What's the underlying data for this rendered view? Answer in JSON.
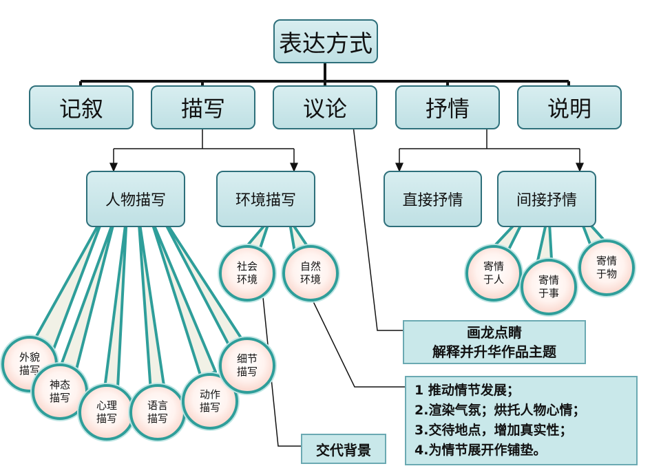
{
  "root": "表达方式",
  "categories": [
    "记叙",
    "描写",
    "议论",
    "抒情",
    "说明"
  ],
  "description": {
    "person": "人物描写",
    "environment": "环境描写",
    "person_items": [
      [
        "外貌",
        "描写"
      ],
      [
        "神态",
        "描写"
      ],
      [
        "心理",
        "描写"
      ],
      [
        "语言",
        "描写"
      ],
      [
        "动作",
        "描写"
      ],
      [
        "细节",
        "描写"
      ]
    ],
    "environment_items": [
      [
        "社会",
        "环境"
      ],
      [
        "自然",
        "环境"
      ]
    ]
  },
  "lyric": {
    "direct": "直接抒情",
    "indirect": "间接抒情",
    "indirect_items": [
      [
        "寄情",
        "于人"
      ],
      [
        "寄情",
        "于事"
      ],
      [
        "寄情",
        "于物"
      ]
    ]
  },
  "notes": {
    "argument": [
      "画龙点睛",
      "解释并升华作品主题"
    ],
    "social": "交代背景",
    "natural": [
      "1 推动情节发展；",
      "2.渲染气氛；烘托人物心情；",
      "3.交待地点，增加真实性；",
      "4.为情节展开作铺垫。"
    ]
  },
  "colors": {
    "box_fill": "#bfe0e4",
    "box_border": "#2d6f7a",
    "circle_border": "#2e9e9a",
    "circle_fill": "#f6c2b4",
    "note_fill": "#c9e8ea"
  }
}
